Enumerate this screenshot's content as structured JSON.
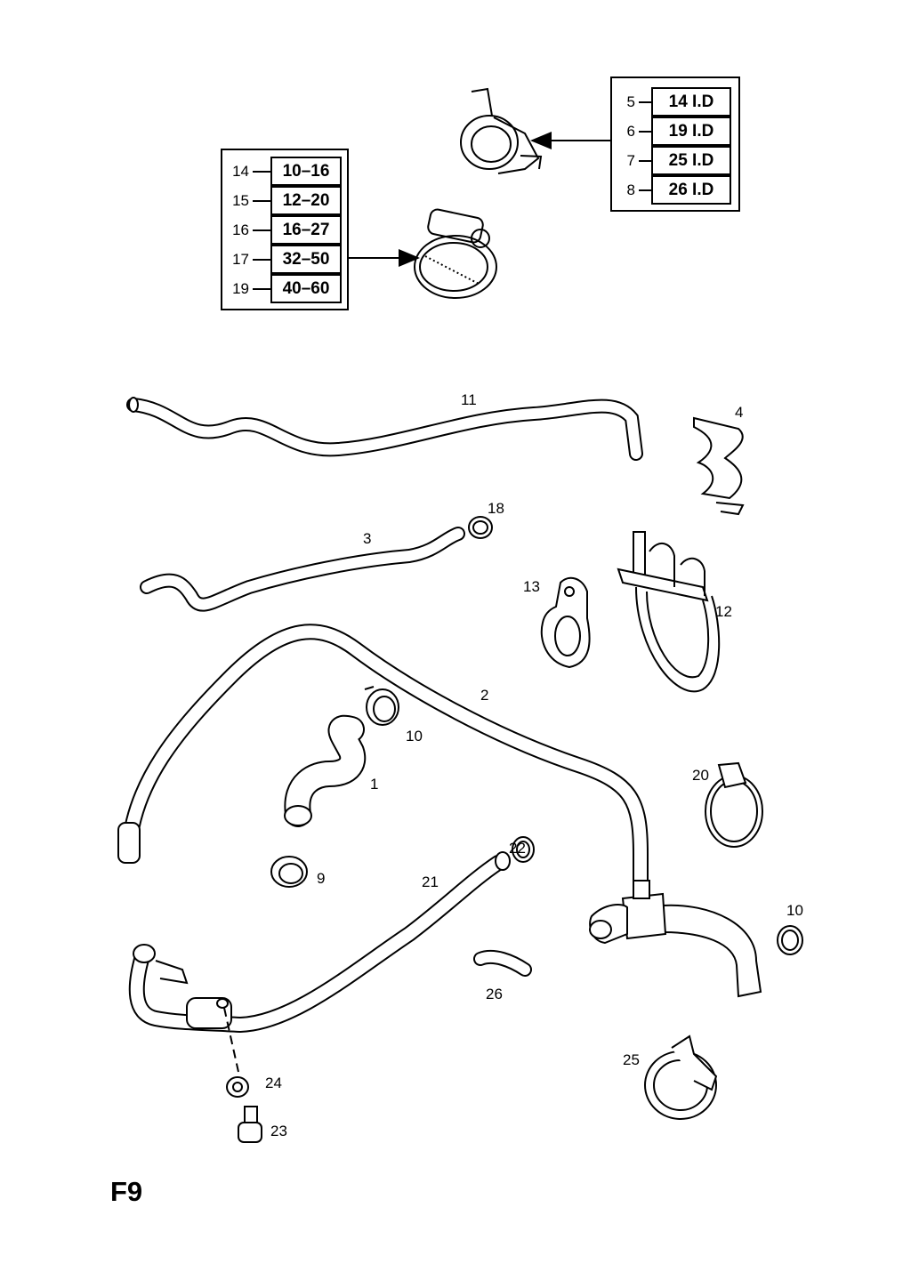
{
  "page_code": "F9",
  "clamp_size_table_id": [
    {
      "ref": "5",
      "size": "14 I.D"
    },
    {
      "ref": "6",
      "size": "19 I.D"
    },
    {
      "ref": "7",
      "size": "25 I.D"
    },
    {
      "ref": "8",
      "size": "26 I.D"
    }
  ],
  "clamp_size_table_range": [
    {
      "ref": "14",
      "size": "10–16"
    },
    {
      "ref": "15",
      "size": "12–20"
    },
    {
      "ref": "16",
      "size": "16–27"
    },
    {
      "ref": "17",
      "size": "32–50"
    },
    {
      "ref": "19",
      "size": "40–60"
    }
  ],
  "callouts": {
    "p11": "11",
    "p4": "4",
    "p18": "18",
    "p3": "3",
    "p13": "13",
    "p12": "12",
    "p2": "2",
    "p10a": "10",
    "p1": "1",
    "p20": "20",
    "p22": "22",
    "p9": "9",
    "p21": "21",
    "p10b": "10",
    "p26": "26",
    "p24": "24",
    "p23": "23",
    "p25": "25"
  }
}
